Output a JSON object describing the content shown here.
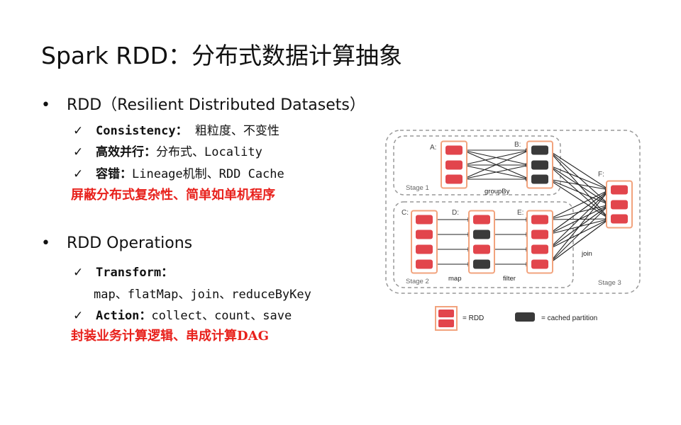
{
  "title": "Spark RDD：分布式数据计算抽象",
  "section1": {
    "bullet": "•",
    "heading": "RDD（Resilient Distributed Datasets）",
    "items": [
      {
        "check": "✓",
        "label": "Consistency：",
        "value": " 粗粒度、不变性"
      },
      {
        "check": "✓",
        "label": "高效并行：",
        "value": "分布式、Locality"
      },
      {
        "check": "✓",
        "label": "容错：",
        "value": "Lineage机制、RDD Cache"
      }
    ],
    "note": "屏蔽分布式复杂性、简单如单机程序"
  },
  "section2": {
    "bullet": "•",
    "heading": "RDD Operations",
    "items": [
      {
        "check": "✓",
        "label": "Transform：",
        "value": ""
      },
      {
        "check": "✓",
        "label": "Action：",
        "value": "collect、count、save"
      }
    ],
    "transform_ops": "map、flatMap、join、reduceByKey",
    "note": "封装业务计算逻辑、串成计算DAG"
  },
  "diagram": {
    "labels": {
      "a": "A:",
      "b": "B:",
      "c": "C:",
      "d": "D:",
      "e": "E:",
      "f": "F:",
      "stage1": "Stage 1",
      "stage2": "Stage 2",
      "stage3": "Stage 3",
      "groupby": "groupBy",
      "map": "map",
      "filter": "filter",
      "join": "join"
    },
    "legend": {
      "rdd": "= RDD",
      "cached": "= cached partition"
    },
    "colors": {
      "partition": "#e2454c",
      "cached": "#3a3a3a",
      "frame": "#f2a37d"
    }
  }
}
